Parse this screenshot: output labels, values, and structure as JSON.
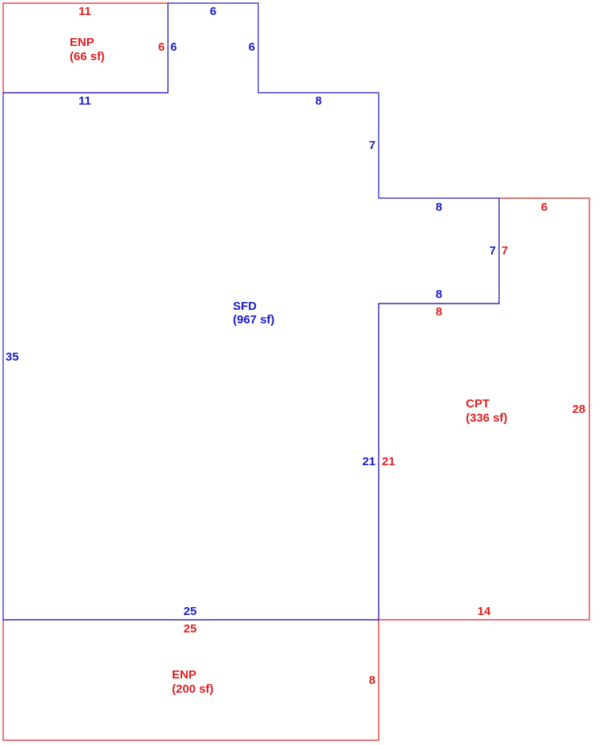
{
  "colors": {
    "sfd": "#1a1acc",
    "addon": "#e02020",
    "background": "#ffffff"
  },
  "areas": {
    "enp_top": {
      "code": "ENP",
      "size": "(66 sf)"
    },
    "sfd": {
      "code": "SFD",
      "size": "(967 sf)"
    },
    "cpt": {
      "code": "CPT",
      "size": "(336 sf)"
    },
    "enp_bottom": {
      "code": "ENP",
      "size": "(200 sf)"
    }
  },
  "dimensions": {
    "enp_top_width": "11",
    "enp_top_height": "6",
    "sfd_top_bump_width": "6",
    "sfd_top_bump_left": "6",
    "sfd_top_bump_right": "6",
    "sfd_top_left_width": "11",
    "sfd_step1_width": "8",
    "sfd_step1_height": "7",
    "sfd_step2_width": "8",
    "sfd_step2_height": "7",
    "sfd_notch_width": "8",
    "sfd_left_height": "35",
    "sfd_inner_height": "21",
    "sfd_bottom_width": "25",
    "cpt_top_width": "6",
    "cpt_step_height": "7",
    "cpt_notch_width": "8",
    "cpt_right_height": "28",
    "cpt_inner_height": "21",
    "cpt_bottom_width": "14",
    "enp_bottom_width": "25",
    "enp_bottom_height": "8"
  }
}
